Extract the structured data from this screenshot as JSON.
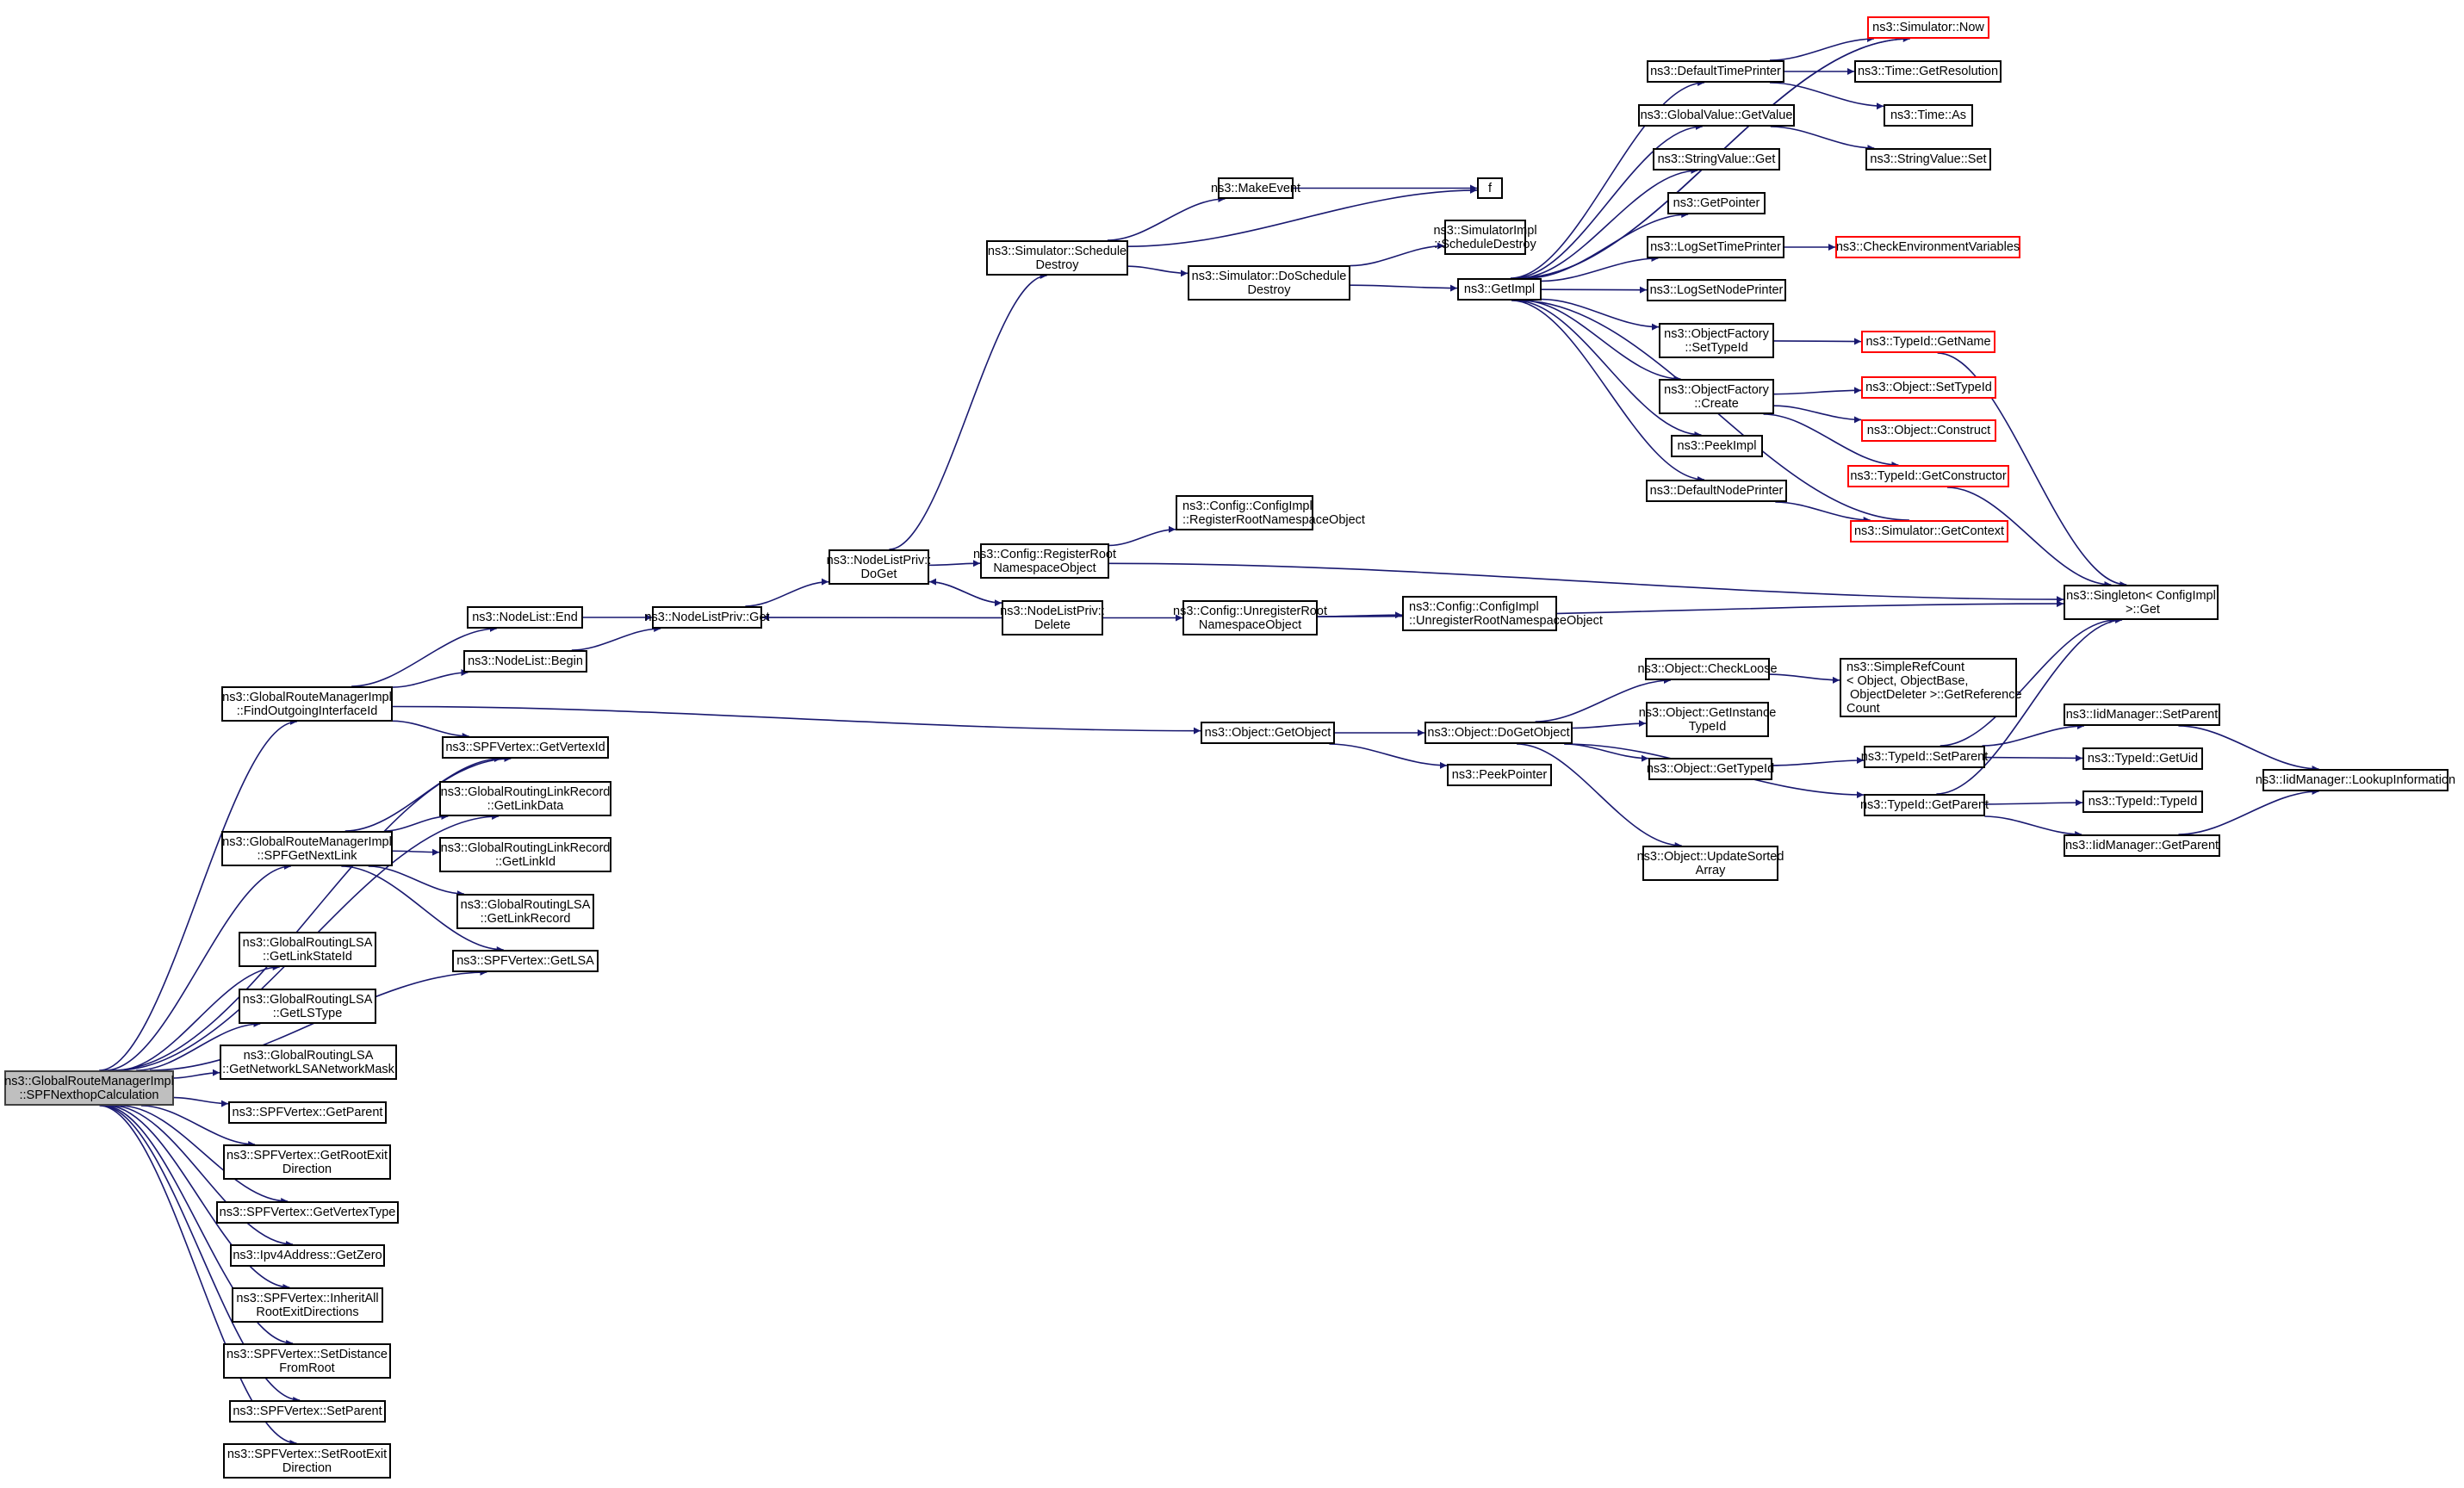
{
  "graph": {
    "title": "Call graph of ns3::GlobalRouteManagerImpl::SPFNexthopCalculation",
    "edge_color": "#191970",
    "truncated_border_color": "#ff0000",
    "root_fill_color": "#bfbfbf",
    "nodes": {
      "root": {
        "label": "ns3::GlobalRouteManagerImpl\n::SPFNexthopCalculation",
        "style": "root"
      },
      "findOutIf": {
        "label": "ns3::GlobalRouteManagerImpl\n::FindOutgoingInterfaceId"
      },
      "spfGetNextLink": {
        "label": "ns3::GlobalRouteManagerImpl\n::SPFGetNextLink"
      },
      "getLinkStateId": {
        "label": "ns3::GlobalRoutingLSA\n::GetLinkStateId"
      },
      "getLSType": {
        "label": "ns3::GlobalRoutingLSA\n::GetLSType"
      },
      "getNetMask": {
        "label": "ns3::GlobalRoutingLSA\n::GetNetworkLSANetworkMask"
      },
      "vGetParent": {
        "label": "ns3::SPFVertex::GetParent"
      },
      "vGetRootExit": {
        "label": "ns3::SPFVertex::GetRootExit\nDirection"
      },
      "vGetVertexType": {
        "label": "ns3::SPFVertex::GetVertexType"
      },
      "ipv4GetZero": {
        "label": "ns3::Ipv4Address::GetZero"
      },
      "vInheritAll": {
        "label": "ns3::SPFVertex::InheritAll\nRootExitDirections"
      },
      "vSetDistance": {
        "label": "ns3::SPFVertex::SetDistance\nFromRoot"
      },
      "vSetParent": {
        "label": "ns3::SPFVertex::SetParent"
      },
      "vSetRootExit": {
        "label": "ns3::SPFVertex::SetRootExit\nDirection"
      },
      "nlEnd": {
        "label": "ns3::NodeList::End"
      },
      "nlBegin": {
        "label": "ns3::NodeList::Begin"
      },
      "vGetVertexId": {
        "label": "ns3::SPFVertex::GetVertexId"
      },
      "lrGetLinkData": {
        "label": "ns3::GlobalRoutingLinkRecord\n::GetLinkData"
      },
      "lrGetLinkId": {
        "label": "ns3::GlobalRoutingLinkRecord\n::GetLinkId"
      },
      "lsaGetLinkRecord": {
        "label": "ns3::GlobalRoutingLSA\n::GetLinkRecord"
      },
      "vGetLSA": {
        "label": "ns3::SPFVertex::GetLSA"
      },
      "nlpGet": {
        "label": "ns3::NodeListPriv::Get"
      },
      "nlpDoGet": {
        "label": "ns3::NodeListPriv::\nDoGet"
      },
      "nlpDelete": {
        "label": "ns3::NodeListPriv::\nDelete"
      },
      "simSchedDestroy": {
        "label": "ns3::Simulator::Schedule\nDestroy"
      },
      "makeEvent": {
        "label": "ns3::MakeEvent"
      },
      "f": {
        "label": "f"
      },
      "simDoSchedDestroy": {
        "label": "ns3::Simulator::DoSchedule\nDestroy"
      },
      "simImplSchedDestroy": {
        "label": "ns3::SimulatorImpl\n::ScheduleDestroy"
      },
      "getImpl": {
        "label": "ns3::GetImpl"
      },
      "cfgRegister": {
        "label": "ns3::Config::RegisterRoot\nNamespaceObject"
      },
      "cfgImplRegister": {
        "label": "ns3::Config::ConfigImpl\n::RegisterRootNamespaceObject",
        "align": "left"
      },
      "cfgUnregister": {
        "label": "ns3::Config::UnregisterRoot\nNamespaceObject"
      },
      "cfgImplUnregister": {
        "label": "ns3::Config::ConfigImpl\n::UnregisterRootNamespaceObject",
        "align": "left"
      },
      "simNow": {
        "label": "ns3::Simulator::Now",
        "style": "red"
      },
      "defTimePrinter": {
        "label": "ns3::DefaultTimePrinter"
      },
      "timeGetRes": {
        "label": "ns3::Time::GetResolution"
      },
      "timeAs": {
        "label": "ns3::Time::As"
      },
      "gvGetValue": {
        "label": "ns3::GlobalValue::GetValue"
      },
      "svSet": {
        "label": "ns3::StringValue::Set"
      },
      "svGet": {
        "label": "ns3::StringValue::Get"
      },
      "getPointer": {
        "label": "ns3::GetPointer"
      },
      "logSetTimePrinter": {
        "label": "ns3::LogSetTimePrinter"
      },
      "checkEnv": {
        "label": "ns3::CheckEnvironmentVariables",
        "style": "red"
      },
      "logSetNodePrinter": {
        "label": "ns3::LogSetNodePrinter"
      },
      "ofSetTypeId": {
        "label": "ns3::ObjectFactory\n::SetTypeId"
      },
      "tidGetName": {
        "label": "ns3::TypeId::GetName",
        "style": "red"
      },
      "ofCreate": {
        "label": "ns3::ObjectFactory\n::Create"
      },
      "objSetTypeId": {
        "label": "ns3::Object::SetTypeId",
        "style": "red"
      },
      "objConstruct": {
        "label": "ns3::Object::Construct",
        "style": "red"
      },
      "tidGetCtor": {
        "label": "ns3::TypeId::GetConstructor",
        "style": "red"
      },
      "peekImpl": {
        "label": "ns3::PeekImpl"
      },
      "defNodePrinter": {
        "label": "ns3::DefaultNodePrinter"
      },
      "simGetContext": {
        "label": "ns3::Simulator::GetContext",
        "style": "red"
      },
      "singletonGet": {
        "label": "ns3::Singleton< ConfigImpl\n >::Get"
      },
      "objGetObject": {
        "label": "ns3::Object::GetObject"
      },
      "objDoGetObject": {
        "label": "ns3::Object::DoGetObject"
      },
      "peekPointer": {
        "label": "ns3::PeekPointer"
      },
      "objCheckLoose": {
        "label": "ns3::Object::CheckLoose"
      },
      "simpleRefCount": {
        "label": "ns3::SimpleRefCount\n< Object, ObjectBase,\n ObjectDeleter >::GetReference\nCount",
        "align": "left"
      },
      "objGetInstTid": {
        "label": "ns3::Object::GetInstance\nTypeId"
      },
      "objGetTypeId": {
        "label": "ns3::Object::GetTypeId"
      },
      "objUpdateSorted": {
        "label": "ns3::Object::UpdateSorted\nArray"
      },
      "tidSetParent": {
        "label": "ns3::TypeId::SetParent"
      },
      "tidGetParent": {
        "label": "ns3::TypeId::GetParent"
      },
      "iidSetParent": {
        "label": "ns3::IidManager::SetParent"
      },
      "tidGetUid": {
        "label": "ns3::TypeId::GetUid"
      },
      "tidTypeId": {
        "label": "ns3::TypeId::TypeId"
      },
      "iidGetParent": {
        "label": "ns3::IidManager::GetParent"
      },
      "iidLookup": {
        "label": "ns3::IidManager::LookupInformation"
      }
    },
    "edges": [
      [
        "root",
        "findOutIf"
      ],
      [
        "root",
        "vGetVertexId"
      ],
      [
        "root",
        "lrGetLinkData"
      ],
      [
        "root",
        "spfGetNextLink"
      ],
      [
        "root",
        "vGetLSA"
      ],
      [
        "root",
        "getLinkStateId"
      ],
      [
        "root",
        "getLSType"
      ],
      [
        "root",
        "getNetMask"
      ],
      [
        "root",
        "vGetParent"
      ],
      [
        "root",
        "vGetRootExit"
      ],
      [
        "root",
        "vGetVertexType"
      ],
      [
        "root",
        "ipv4GetZero"
      ],
      [
        "root",
        "vInheritAll"
      ],
      [
        "root",
        "vSetDistance"
      ],
      [
        "root",
        "vSetParent"
      ],
      [
        "root",
        "vSetRootExit"
      ],
      [
        "findOutIf",
        "nlEnd"
      ],
      [
        "findOutIf",
        "nlBegin"
      ],
      [
        "findOutIf",
        "objGetObject"
      ],
      [
        "findOutIf",
        "vGetVertexId"
      ],
      [
        "spfGetNextLink",
        "vGetVertexId"
      ],
      [
        "spfGetNextLink",
        "lrGetLinkData"
      ],
      [
        "spfGetNextLink",
        "lrGetLinkId"
      ],
      [
        "spfGetNextLink",
        "lsaGetLinkRecord"
      ],
      [
        "spfGetNextLink",
        "vGetLSA"
      ],
      [
        "nlEnd",
        "nlpGet"
      ],
      [
        "nlBegin",
        "nlpGet"
      ],
      [
        "nlpGet",
        "nlpDoGet"
      ],
      [
        "nlpDoGet",
        "simSchedDestroy"
      ],
      [
        "nlpDoGet",
        "cfgRegister"
      ],
      [
        "nlpDoGet",
        "nlpDelete"
      ],
      [
        "nlpDelete",
        "nlpDoGet"
      ],
      [
        "nlpDelete",
        "nlpGet"
      ],
      [
        "nlpDelete",
        "cfgUnregister"
      ],
      [
        "simSchedDestroy",
        "makeEvent"
      ],
      [
        "simSchedDestroy",
        "f"
      ],
      [
        "simSchedDestroy",
        "simDoSchedDestroy"
      ],
      [
        "makeEvent",
        "f"
      ],
      [
        "simDoSchedDestroy",
        "simImplSchedDestroy"
      ],
      [
        "simDoSchedDestroy",
        "getImpl"
      ],
      [
        "cfgRegister",
        "cfgImplRegister"
      ],
      [
        "cfgRegister",
        "singletonGet"
      ],
      [
        "cfgUnregister",
        "cfgImplUnregister"
      ],
      [
        "cfgUnregister",
        "singletonGet"
      ],
      [
        "getImpl",
        "simNow"
      ],
      [
        "getImpl",
        "defTimePrinter"
      ],
      [
        "getImpl",
        "gvGetValue"
      ],
      [
        "getImpl",
        "svGet"
      ],
      [
        "getImpl",
        "getPointer"
      ],
      [
        "getImpl",
        "logSetTimePrinter"
      ],
      [
        "getImpl",
        "logSetNodePrinter"
      ],
      [
        "getImpl",
        "ofSetTypeId"
      ],
      [
        "getImpl",
        "ofCreate"
      ],
      [
        "getImpl",
        "peekImpl"
      ],
      [
        "getImpl",
        "defNodePrinter"
      ],
      [
        "simNow",
        "getImpl"
      ],
      [
        "simGetContext",
        "getImpl"
      ],
      [
        "defTimePrinter",
        "simNow"
      ],
      [
        "defTimePrinter",
        "timeGetRes"
      ],
      [
        "defTimePrinter",
        "timeAs"
      ],
      [
        "gvGetValue",
        "svSet"
      ],
      [
        "logSetTimePrinter",
        "checkEnv"
      ],
      [
        "ofSetTypeId",
        "tidGetName"
      ],
      [
        "ofCreate",
        "objSetTypeId"
      ],
      [
        "ofCreate",
        "objConstruct"
      ],
      [
        "ofCreate",
        "tidGetCtor"
      ],
      [
        "defNodePrinter",
        "simGetContext"
      ],
      [
        "tidGetName",
        "singletonGet"
      ],
      [
        "tidGetCtor",
        "singletonGet"
      ],
      [
        "objGetObject",
        "objDoGetObject"
      ],
      [
        "objGetObject",
        "peekPointer"
      ],
      [
        "objDoGetObject",
        "objCheckLoose"
      ],
      [
        "objDoGetObject",
        "objGetInstTid"
      ],
      [
        "objDoGetObject",
        "objGetTypeId"
      ],
      [
        "objDoGetObject",
        "tidGetParent"
      ],
      [
        "objDoGetObject",
        "objUpdateSorted"
      ],
      [
        "objCheckLoose",
        "simpleRefCount"
      ],
      [
        "objGetTypeId",
        "tidSetParent"
      ],
      [
        "tidSetParent",
        "singletonGet"
      ],
      [
        "tidSetParent",
        "iidSetParent"
      ],
      [
        "tidSetParent",
        "tidGetUid"
      ],
      [
        "tidGetParent",
        "singletonGet"
      ],
      [
        "tidGetParent",
        "tidTypeId"
      ],
      [
        "tidGetParent",
        "iidGetParent"
      ],
      [
        "iidSetParent",
        "iidLookup"
      ],
      [
        "iidGetParent",
        "iidLookup"
      ]
    ]
  }
}
